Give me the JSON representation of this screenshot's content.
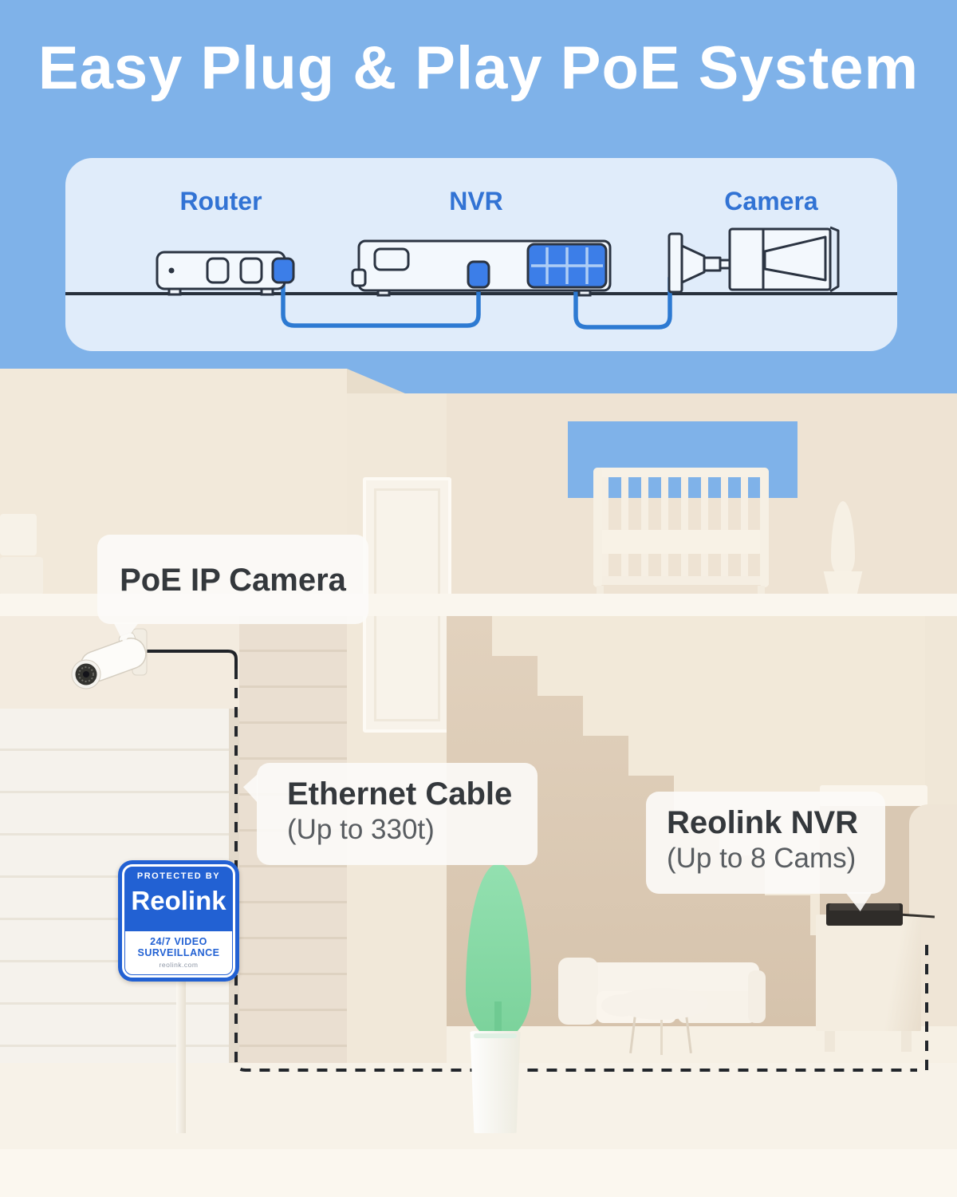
{
  "header": {
    "title": "Easy Plug & Play PoE System"
  },
  "diagram": {
    "router_label": "Router",
    "nvr_label": "NVR",
    "camera_label": "Camera",
    "icons": [
      "router-icon",
      "nvr-icon",
      "bullet-camera-icon"
    ]
  },
  "tooltips": {
    "camera_title": "PoE IP Camera",
    "cable_title": "Ethernet Cable",
    "cable_subtitle": "(Up to 330t)",
    "nvr_title": "Reolink NVR",
    "nvr_subtitle": "(Up to 8 Cams)"
  },
  "sign": {
    "protected_by": "PROTECTED BY",
    "brand": "Reolink",
    "video_line1": "24/7 VIDEO",
    "video_line2": "SURVEILLANCE",
    "website": "reolink.com"
  },
  "colors": {
    "sky_blue": "#7fb2e9",
    "panel_blue": "#e0ecfa",
    "diagram_label_blue": "#3273d4",
    "cable_blue": "#2d7ad2",
    "port_blue": "#3c7ee8",
    "outline_dark": "#2b3442",
    "sign_blue": "#2261d3",
    "plant_green": "#84d8a4",
    "wall_cream": "#f2e9da",
    "interior_tan": "#d9c8b3",
    "tooltip_title": "#34383c",
    "tooltip_subtitle": "#595d61"
  }
}
